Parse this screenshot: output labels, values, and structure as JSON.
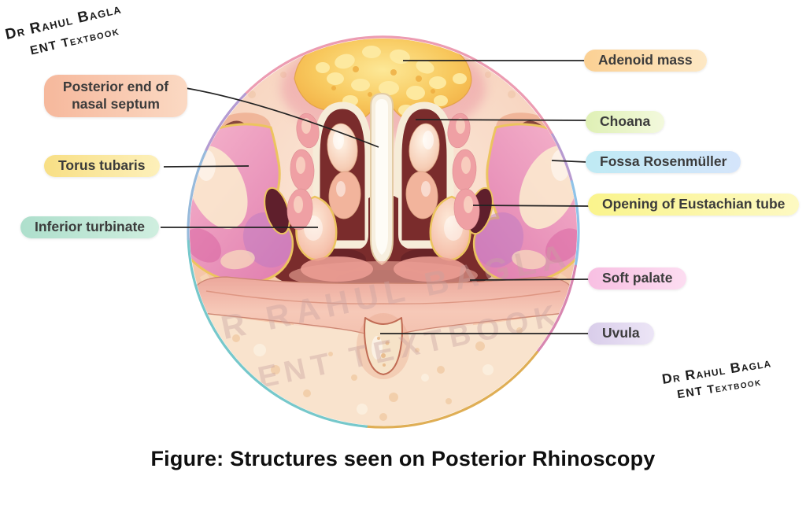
{
  "caption": "Figure: Structures seen on Posterior Rhinoscopy",
  "watermark": {
    "line1": "Dr Rahul Bagla",
    "line2": "ENT Textbook"
  },
  "center_watermark": {
    "line1": "DR RAHUL BAGLA",
    "line2": "ENT TEXTBOOK"
  },
  "labels": [
    {
      "text": "Posterior end of nasal septum",
      "c1": "#f6b89c",
      "c2": "#fbd9c3"
    },
    {
      "text": "Torus tubaris",
      "c1": "#f8df85",
      "c2": "#fdf0ba"
    },
    {
      "text": "Inferior turbinate",
      "c1": "#aedfcc",
      "c2": "#cfeedf"
    },
    {
      "text": "Adenoid mass",
      "c1": "#fbd093",
      "c2": "#fde8c5"
    },
    {
      "text": "Choana",
      "c1": "#dff0b5",
      "c2": "#f3f9dd"
    },
    {
      "text": "Fossa Rosenmüller",
      "c1": "#bfeaf4",
      "c2": "#d5e5fb"
    },
    {
      "text": "Opening of Eustachian tube",
      "c1": "#faf48c",
      "c2": "#fdf9c2"
    },
    {
      "text": "Soft palate",
      "c1": "#f8bfe2",
      "c2": "#fcddf1"
    },
    {
      "text": "Uvula",
      "c1": "#d9cdea",
      "c2": "#ece5f6"
    }
  ],
  "art": {
    "cavity": "#7a2c2c",
    "gold": "#ecc45f",
    "interior1": "#fcebdd",
    "interior2": "#f8d8c4",
    "interior3": "#f3c9b3",
    "adenoid1": "#fde897",
    "adenoid2": "#f8c95e",
    "adenoid3": "#f0a83e",
    "torus1": "#f7b9ce",
    "torus2": "#e07cae",
    "palate1": "#eca79b",
    "palate2": "#f6c9b8",
    "uvulaFill": "#f6e3c8",
    "lowerWall": "#f9e3cd",
    "leader": "#222222",
    "ring1": "#ec9cb2",
    "ring2": "#b79ad0",
    "ring3": "#8fc3e8",
    "ring4": "#d886b0",
    "ring5": "#dfae55",
    "ring6": "#76c8cb",
    "ring7": "#97badb",
    "ring8": "#b49bd2"
  }
}
